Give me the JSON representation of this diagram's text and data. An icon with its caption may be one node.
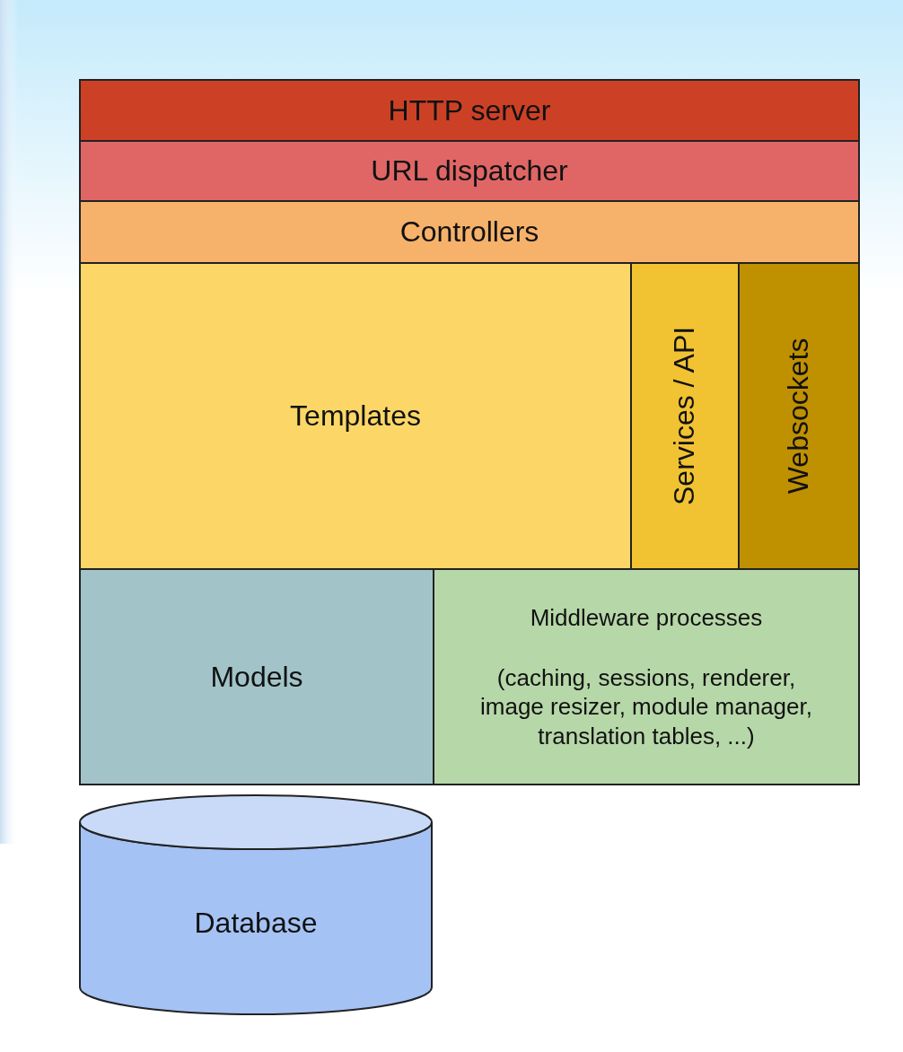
{
  "diagram": {
    "nodes": [
      {
        "text": [
          "HTTP server"
        ]
      },
      {
        "text": [
          "URL dispatcher"
        ]
      },
      {
        "text": [
          "Controllers"
        ]
      },
      {
        "text": [
          "Templates"
        ]
      },
      {
        "text": [
          "Services / API"
        ]
      },
      {
        "text": [
          "Websockets"
        ]
      },
      {
        "text": [
          "Models"
        ]
      },
      {
        "text": [
          "Middleware processes",
          "(caching, sessions, renderer, image resizer, module manager, translation tables, ...)"
        ]
      },
      {
        "text": [
          "Database"
        ]
      }
    ]
  }
}
